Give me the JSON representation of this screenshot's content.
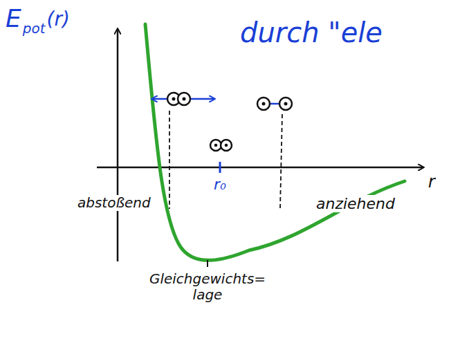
{
  "diagram": {
    "labels": [
      "E",
      "pot",
      "(r)",
      "durch \"ele",
      "abstoßend",
      "r₀",
      "anziehend",
      "r",
      "Gleichgewichts= lage"
    ]
  }
}
